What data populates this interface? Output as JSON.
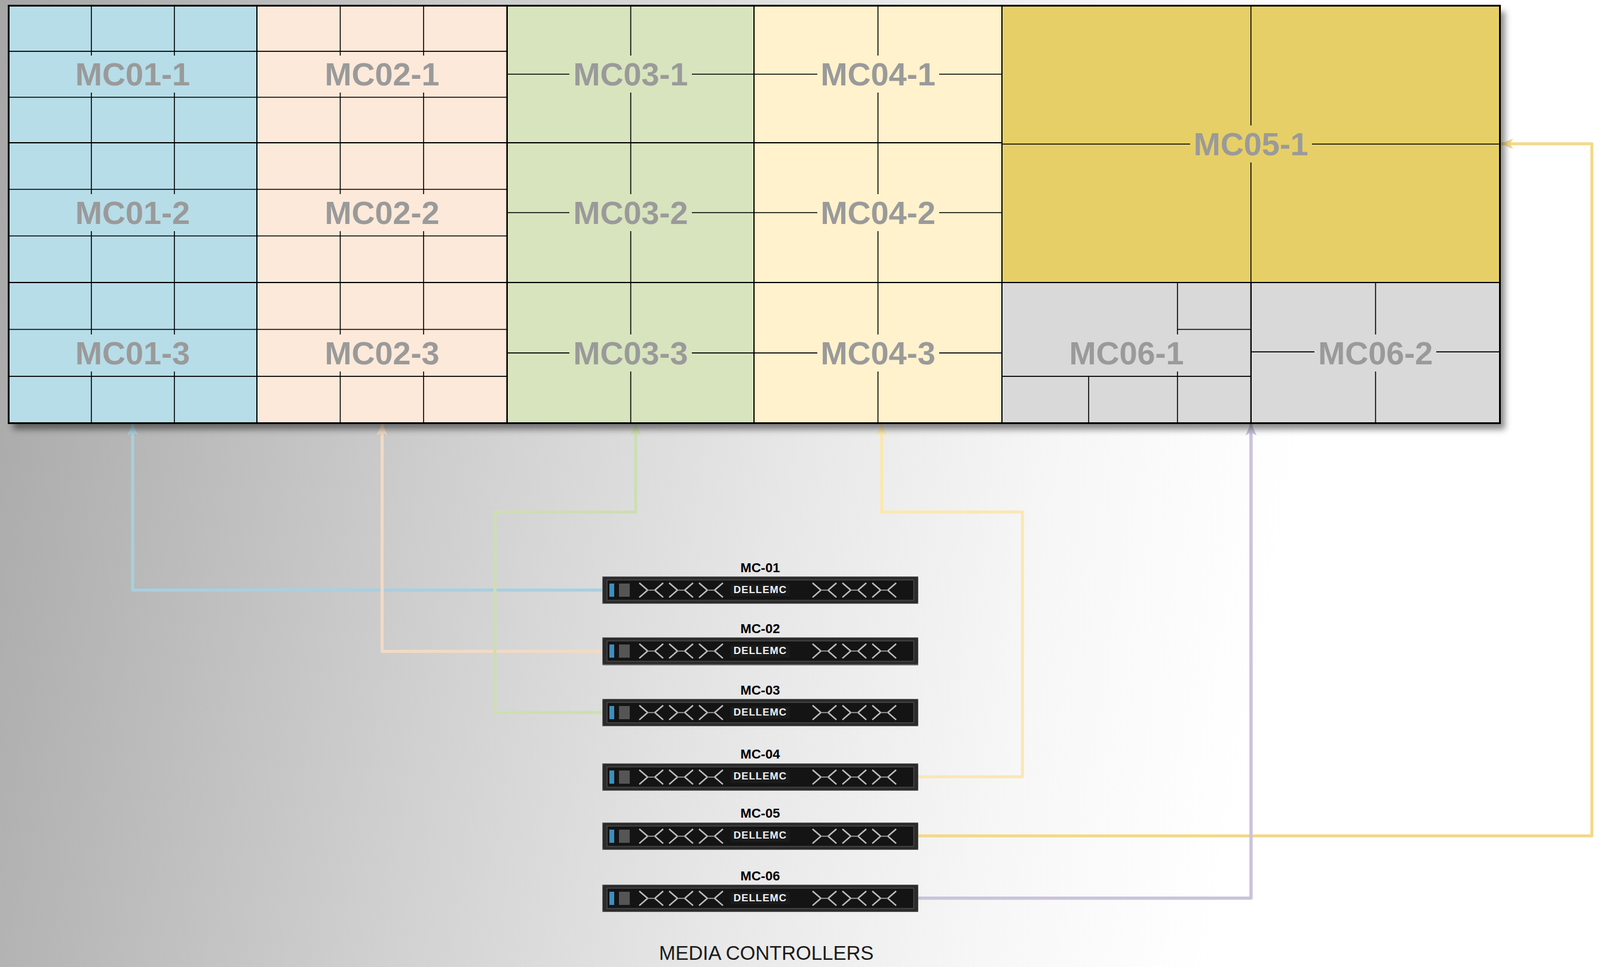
{
  "diagram": {
    "caption": "MEDIA CONTROLLERS",
    "nodes": [
      {
        "text": [
          "MC01-1"
        ]
      },
      {
        "text": [
          "MC02-1"
        ]
      },
      {
        "text": [
          "MC03-1"
        ]
      },
      {
        "text": [
          "MC04-1"
        ]
      },
      {
        "text": [
          "MC05-1"
        ]
      },
      {
        "text": [
          "MC01-2"
        ]
      },
      {
        "text": [
          "MC02-2"
        ]
      },
      {
        "text": [
          "MC03-2"
        ]
      },
      {
        "text": [
          "MC04-2"
        ]
      },
      {
        "text": [
          "MC01-3"
        ]
      },
      {
        "text": [
          "MC02-3"
        ]
      },
      {
        "text": [
          "MC03-3"
        ]
      },
      {
        "text": [
          "MC04-3"
        ]
      },
      {
        "text": [
          "MC06-1"
        ]
      },
      {
        "text": [
          "MC06-2"
        ]
      },
      {
        "text": [
          "MC-01",
          "DELLEMC"
        ]
      },
      {
        "text": [
          "MC-02",
          "DELLEMC"
        ]
      },
      {
        "text": [
          "MC-03",
          "DELLEMC"
        ]
      },
      {
        "text": [
          "MC-04",
          "DELLEMC"
        ]
      },
      {
        "text": [
          "MC-05",
          "DELLEMC"
        ]
      },
      {
        "text": [
          "MC-06",
          "DELLEMC"
        ]
      }
    ],
    "edges": [
      {
        "from": 15,
        "to": 9,
        "arrow": "to"
      },
      {
        "from": 16,
        "to": 10,
        "arrow": "to"
      },
      {
        "from": 17,
        "to": 11,
        "arrow": "to"
      },
      {
        "from": 18,
        "to": 12,
        "arrow": "to"
      },
      {
        "from": 19,
        "to": 4,
        "arrow": "to"
      },
      {
        "from": 20,
        "to": 13,
        "arrow": "to"
      },
      {
        "from": 20,
        "to": 14,
        "arrow": "to"
      }
    ]
  }
}
